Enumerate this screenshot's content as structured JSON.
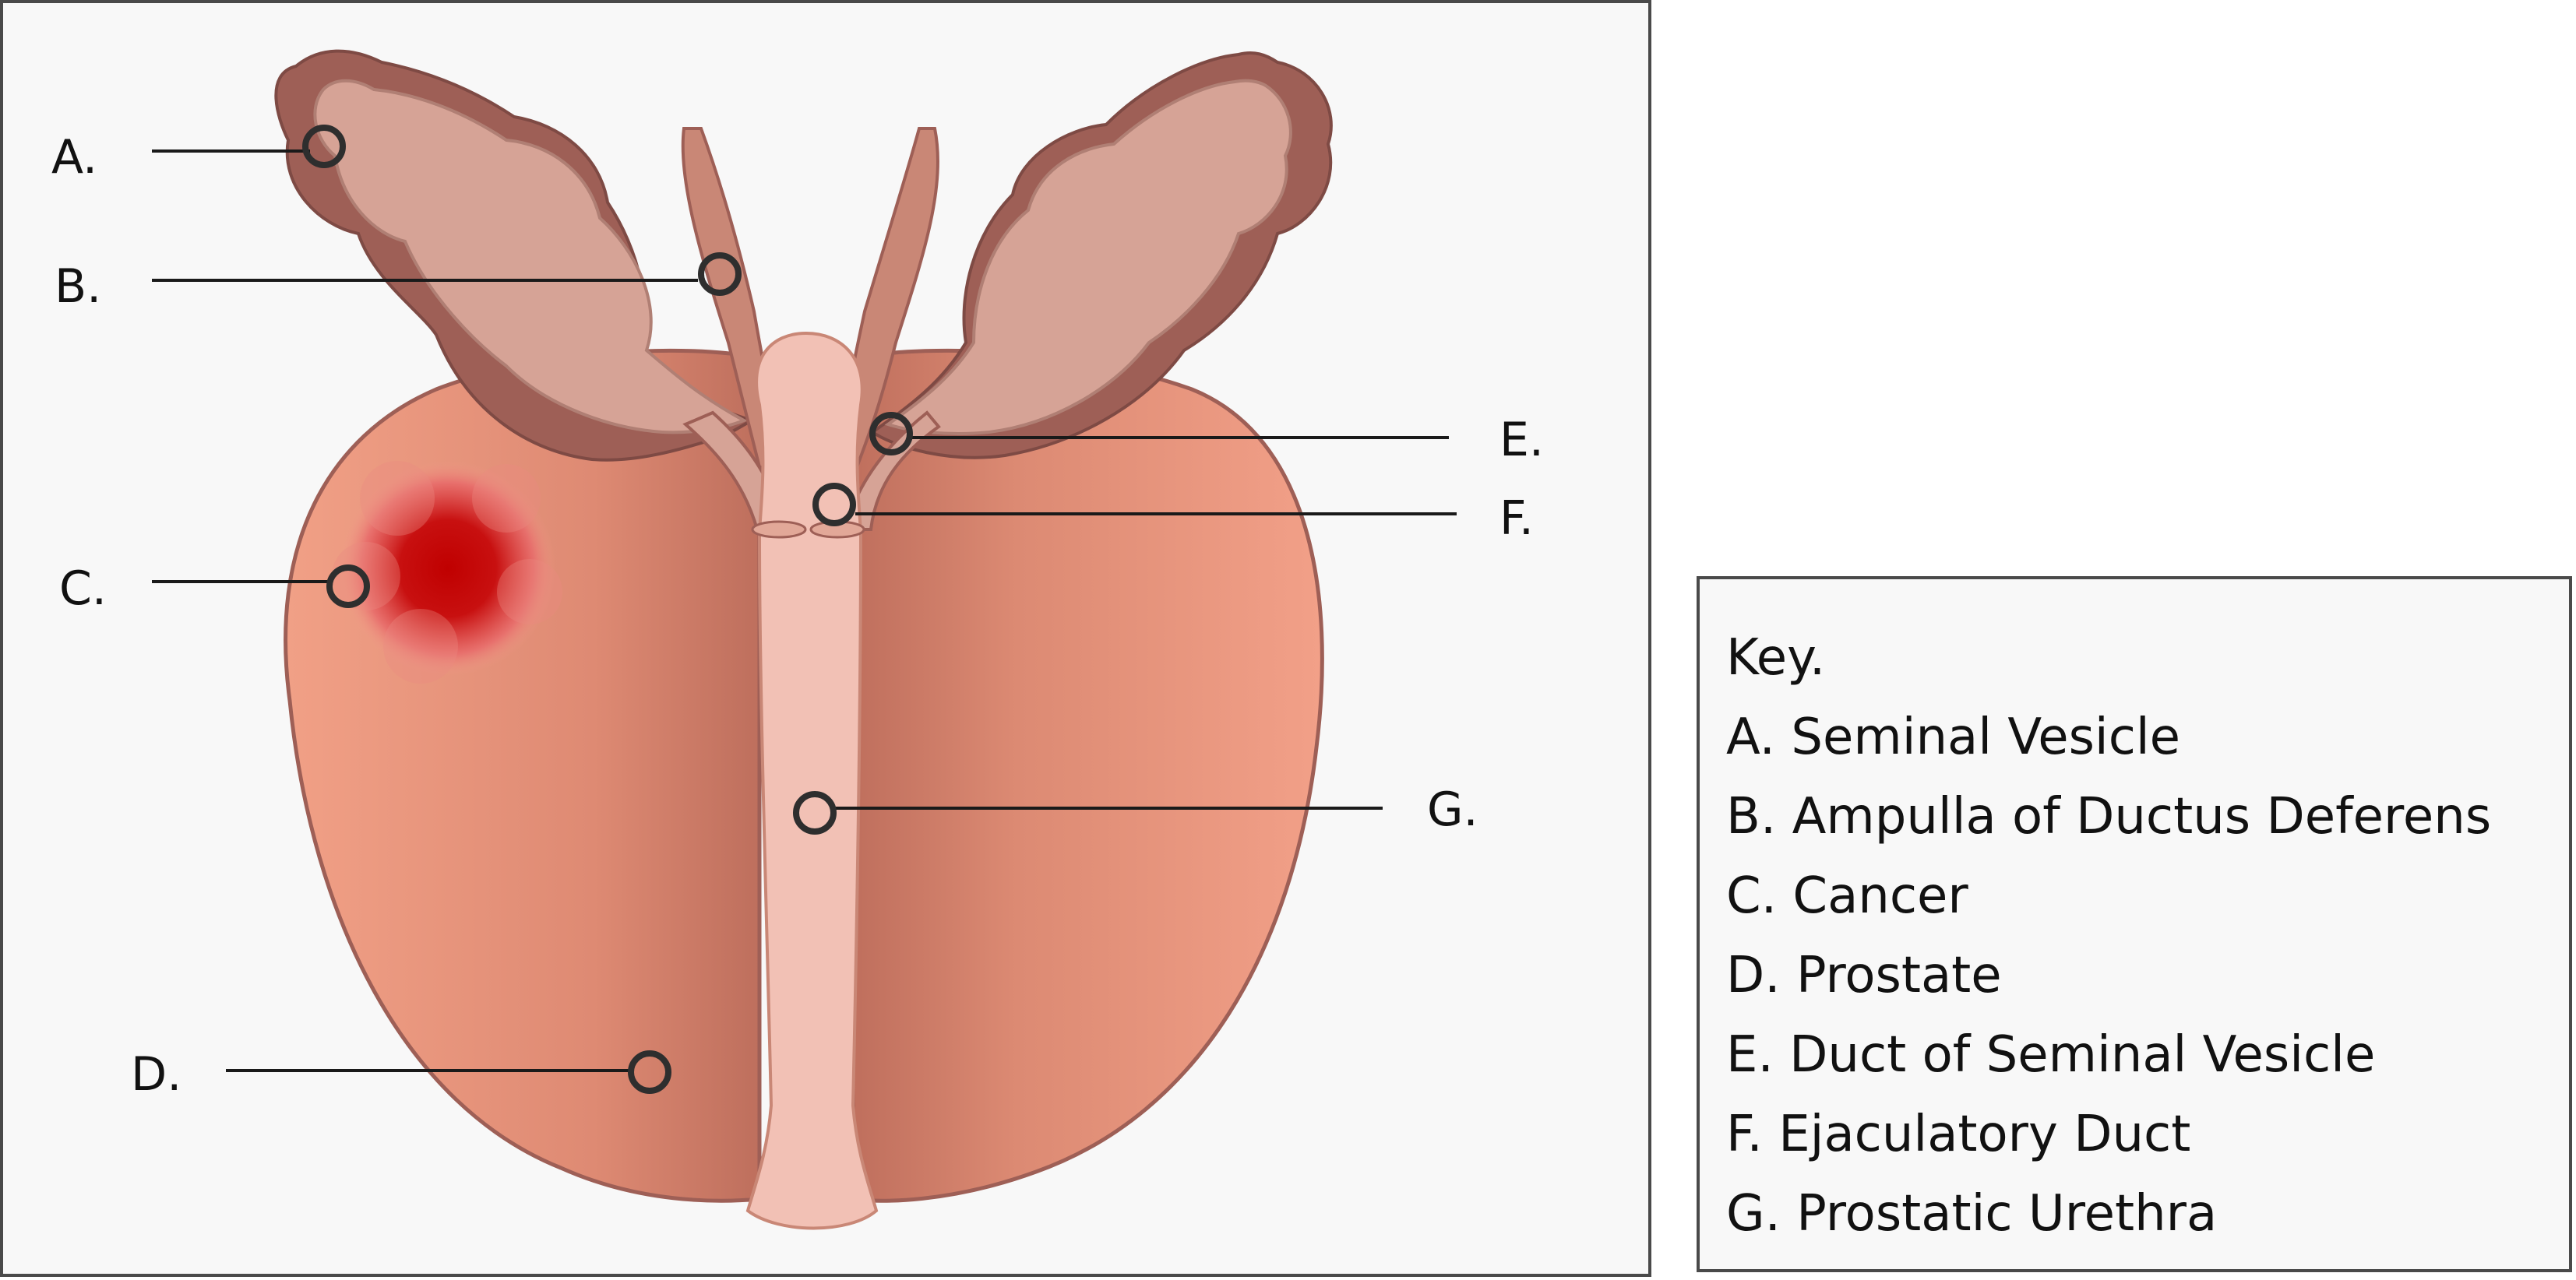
{
  "labels": {
    "a": "A.",
    "b": "B.",
    "c": "C.",
    "d": "D.",
    "e": "E.",
    "f": "F.",
    "g": "G."
  },
  "key": {
    "title": "Key.",
    "items": [
      "A. Seminal Vesicle",
      "B. Ampulla of Ductus Deferens",
      "C. Cancer",
      "D. Prostate",
      "E. Duct of Seminal Vesicle",
      "F. Ejaculatory Duct",
      "G. Prostatic Urethra"
    ]
  },
  "colors": {
    "panel_background": "#f8f8f8",
    "frame": "#4a4a4a",
    "prostate": "#e58e76",
    "prostate_shadow": "#c0705c",
    "seminal_vesicle": "#d6a396",
    "seminal_vesicle_rim": "#9e5f56",
    "urethra": "#f2c1b5",
    "cancer": "#c00000",
    "marker": "#333333"
  }
}
